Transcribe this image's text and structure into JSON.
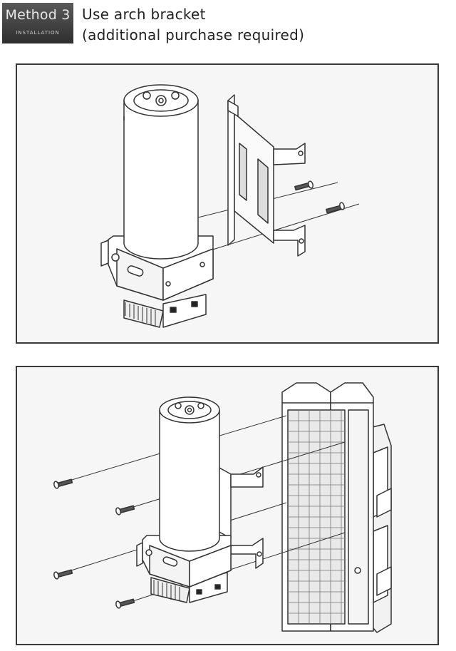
{
  "badge": {
    "title": "Method 3",
    "subtitle": "INSTALLATION"
  },
  "heading": {
    "line1": "Use arch bracket",
    "line2": "(additional purchase required)"
  },
  "illustrations": [
    {
      "id": "pump-bracket-attach",
      "icons": [
        "pump-reservoir-icon",
        "arch-bracket-icon",
        "screw-icon"
      ]
    },
    {
      "id": "bracket-radiator-attach",
      "icons": [
        "pump-reservoir-icon",
        "arch-bracket-icon",
        "radiator-icon",
        "fan-icon",
        "screw-icon"
      ]
    }
  ],
  "colors": {
    "badge_bg": "#3f3f3f",
    "panel_border": "#3a3a3a",
    "panel_bg": "#f6f6f6",
    "line": "#333333"
  }
}
